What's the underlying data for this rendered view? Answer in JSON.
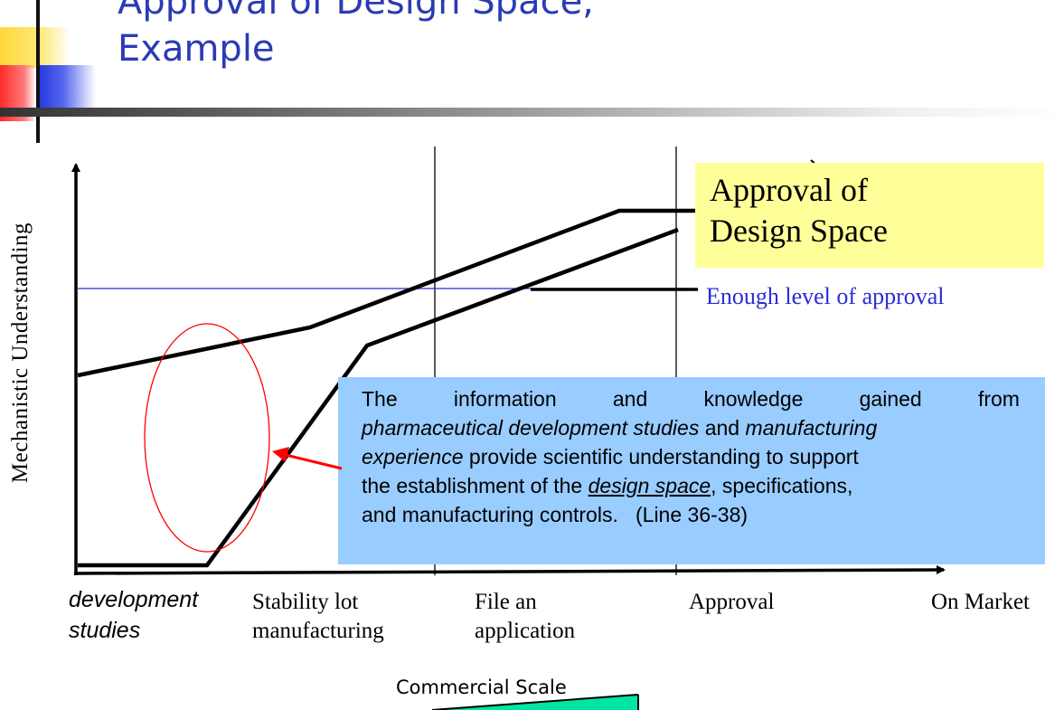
{
  "slide": {
    "title_lines": [
      "Approval of Design Space,",
      "Example"
    ],
    "colors": {
      "title": "#2b3bb5",
      "approval_box": "#ffff99",
      "info_box": "#99ccff",
      "threshold_line": "#2b2bd5",
      "circle": "#ff0000",
      "commercial_shape": "#00e6a0"
    }
  },
  "diagram": {
    "y_axis_label": "Mechanistic Understanding",
    "x_axis_stages": [
      {
        "lines": [
          "development",
          "studies"
        ]
      },
      {
        "lines": [
          "Stability lot",
          "manufacturing"
        ]
      },
      {
        "lines": [
          "File an",
          "application"
        ]
      },
      {
        "lines": [
          "Approval"
        ]
      },
      {
        "lines": [
          "On Market"
        ]
      }
    ],
    "approval_box_lines": [
      "Approval of",
      "Design Space"
    ],
    "threshold_label": "Enough level of approval",
    "info_box": {
      "line1_words": [
        "The",
        "information",
        "and",
        "knowledge",
        "gained",
        "from"
      ],
      "line2_italic1": "pharmaceutical development studies",
      "line2_and": " and ",
      "line2_italic2": "manufacturing",
      "line3_italic": "experience",
      "line3_rest": " provide scientific understanding to support",
      "line4_pre": "the establishment of the ",
      "line4_underlined": "design space",
      "line4_post": ", specifications,",
      "line5": "and manufacturing controls.   (Line 36-38)"
    },
    "commercial_label": "Commercial Scale"
  }
}
